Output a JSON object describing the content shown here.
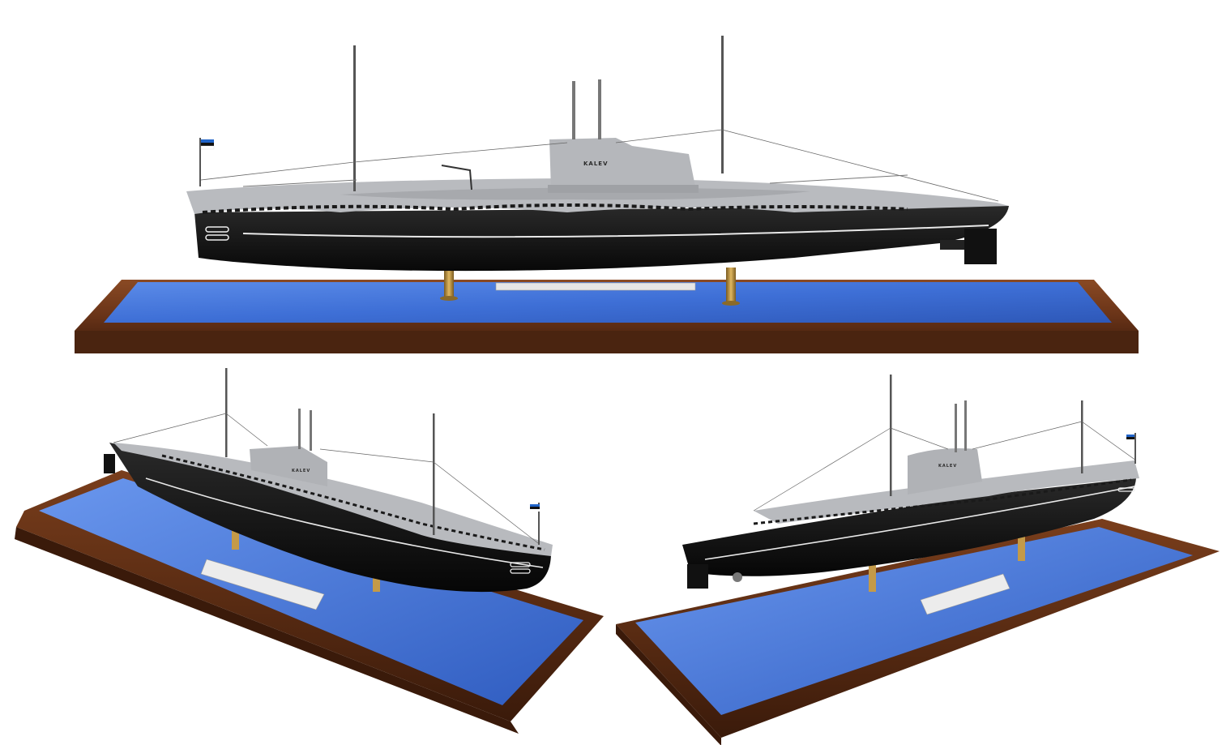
{
  "scene": {
    "hull_name": "KALEV",
    "colors": {
      "background": "#ffffff",
      "hull_upper": "#b9bbbf",
      "hull_lower": "#151515",
      "boot_stripe": "#e8e8e8",
      "display_blue": "#3e6fd6",
      "wood": "#6a3418",
      "brass": "#b58a3a",
      "flag_blue": "#1f63c8",
      "flag_black": "#111111",
      "flag_white": "#ffffff"
    },
    "views": [
      "side-view",
      "bow-quarter-view",
      "stern-quarter-view"
    ]
  }
}
